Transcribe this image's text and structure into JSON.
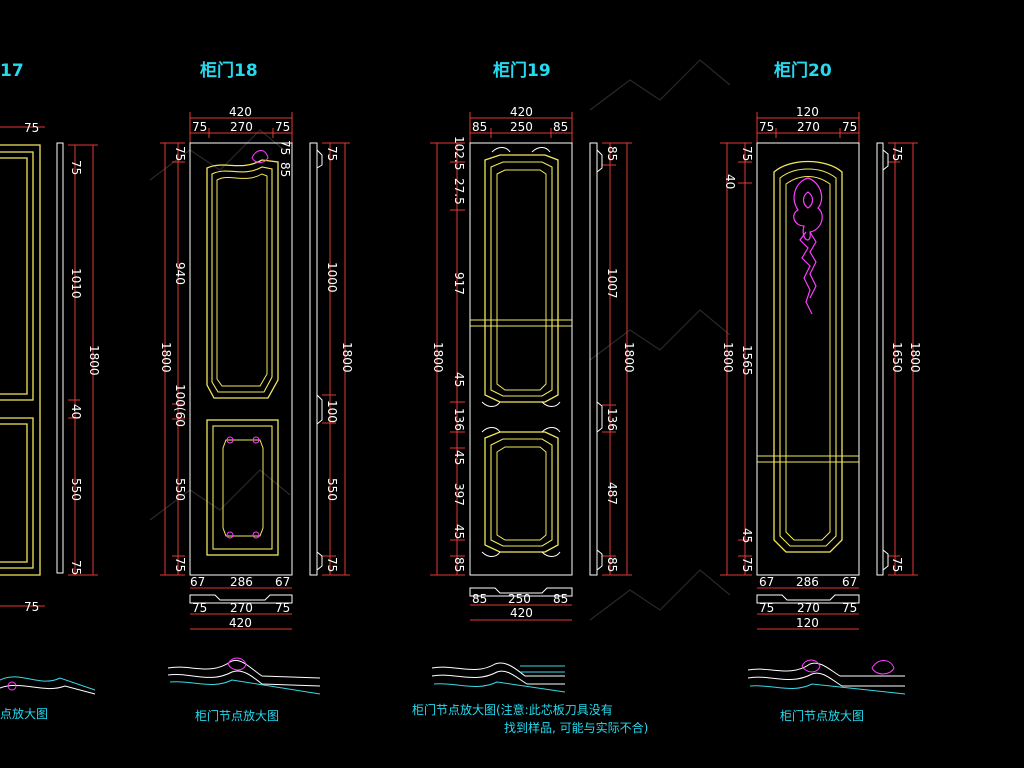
{
  "drawing": {
    "titles": {
      "door17": "17",
      "door18": "柜门18",
      "door19": "柜门19",
      "door20": "柜门20"
    },
    "colors": {
      "background": "#000000",
      "outline": "#ffffff",
      "panel": "#f2e85a",
      "dimension": "#e53935",
      "title": "#26d9ee",
      "carving": "#ff3cff",
      "profile": "#3ad7e6",
      "watermark": "#5a5a5a"
    },
    "door17": {
      "dims": {
        "top_cut": "75",
        "right_top": "75",
        "right_1010": "1010",
        "right_1800": "1800",
        "right_40": "40",
        "right_550": "550",
        "right_75b": "75",
        "bottom_75": "75"
      },
      "caption": "点放大图"
    },
    "door18": {
      "dims": {
        "w_total": "420",
        "w_left": "75",
        "w_mid": "270",
        "w_right": "75",
        "l_75a": "75",
        "l_940": "940",
        "l_1800": "1800",
        "l_100": "100(60",
        "l_550": "550",
        "l_75b": "75",
        "in_75": "75",
        "in_85": "85",
        "r_75a": "75",
        "r_1000": "1000",
        "r_1800": "1800",
        "r_100": "100",
        "r_550": "550",
        "r_75b": "75",
        "b_67a": "67",
        "b_286": "286",
        "b_67b": "67",
        "b_75a": "75",
        "b_270": "270",
        "b_75b": "75",
        "b_420": "420"
      },
      "caption": "柜门节点放大图"
    },
    "door19": {
      "dims": {
        "w_total": "420",
        "w_left": "85",
        "w_mid": "250",
        "w_right": "85",
        "l_102": "102.5",
        "l_275": "27.5",
        "l_917": "917",
        "l_1800": "1800",
        "l_45a": "45",
        "l_136": "136",
        "l_45b": "45",
        "l_397": "397",
        "l_45c": "45",
        "l_85": "85",
        "r_85a": "85",
        "r_1007": "1007",
        "r_1800": "1800",
        "r_136": "136",
        "r_487": "487",
        "r_85b": "85",
        "b_85a": "85",
        "b_250": "250",
        "b_85b": "85",
        "b_420": "420"
      },
      "caption_line1": "柜门节点放大图(注意:此芯板刀具没有",
      "caption_line2": "找到样品, 可能与实际不合)"
    },
    "door20": {
      "dims": {
        "w_total": "120",
        "w_left": "75",
        "w_mid": "270",
        "w_right": "75",
        "l_75a": "75",
        "l_40": "40",
        "l_1800": "1800",
        "l_1565": "1565",
        "l_45": "45",
        "l_75b": "75",
        "r_75a": "75",
        "r_1650": "1650",
        "r_1800": "1800",
        "r_75b": "75",
        "b_67a": "67",
        "b_286": "286",
        "b_67b": "67",
        "b_75a": "75",
        "b_270": "270",
        "b_75b": "75",
        "b_120": "120"
      },
      "caption": "柜门节点放大图"
    }
  }
}
